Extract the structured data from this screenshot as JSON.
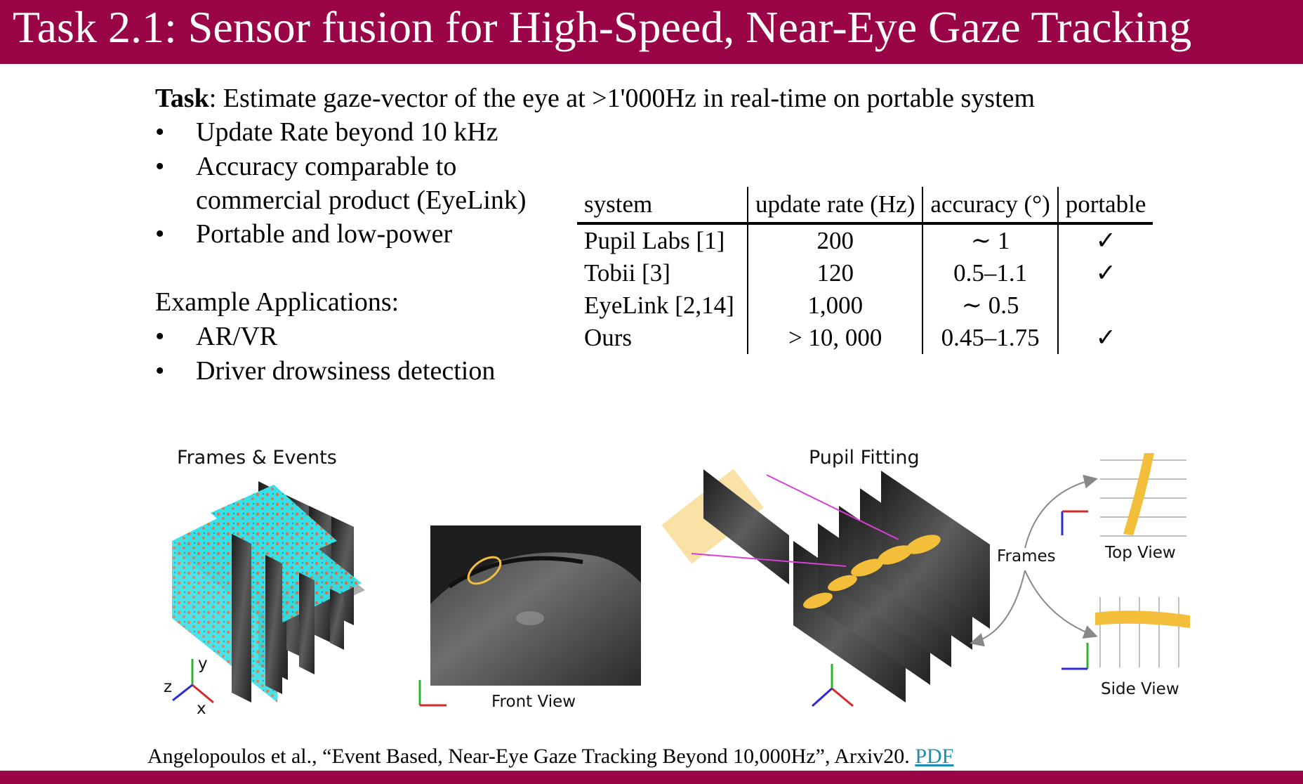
{
  "slide": {
    "title": "Task 2.1: Sensor fusion for High-Speed, Near-Eye Gaze Tracking",
    "task_label": "Task",
    "task_text": ": Estimate gaze-vector of the eye at >1'000Hz in real-time on portable system",
    "bullets_top": [
      "Update Rate beyond 10 kHz",
      "Accuracy comparable to",
      "commercial product (EyeLink)",
      "Portable and low-power"
    ],
    "applications_heading": "Example Applications:",
    "bullets_apps": [
      "AR/VR",
      "Driver drowsiness detection"
    ],
    "bullet_glyph": "•"
  },
  "table": {
    "headers": [
      "system",
      "update rate (Hz)",
      "accuracy (°)",
      "portable"
    ],
    "rows": [
      [
        "Pupil Labs [1]",
        "200",
        "∼ 1",
        "✓"
      ],
      [
        "Tobii [3]",
        "120",
        "0.5–1.1",
        "✓"
      ],
      [
        "EyeLink [2,14]",
        "1,000",
        "∼ 0.5",
        ""
      ],
      [
        "Ours",
        "> 10, 000",
        "0.45–1.75",
        "✓"
      ]
    ]
  },
  "figure": {
    "frames_events_label": "Frames & Events",
    "front_view_label": "Front View",
    "pupil_fitting_label": "Pupil Fitting",
    "frames_label": "Frames",
    "top_view_label": "Top View",
    "side_view_label": "Side View",
    "axis_x": "x",
    "axis_y": "y",
    "axis_z": "z"
  },
  "citation": {
    "text": "Angelopoulos et al., “Event Based, Near-Eye Gaze Tracking Beyond 10,000Hz”,  Arxiv20. ",
    "link_label": "PDF"
  },
  "colors": {
    "brand": "#990547",
    "event_cyan": "#35e0e6",
    "event_orange": "#ee6a3a",
    "pupil_yellow": "#f3bf3a",
    "link": "#1a8fb3"
  }
}
